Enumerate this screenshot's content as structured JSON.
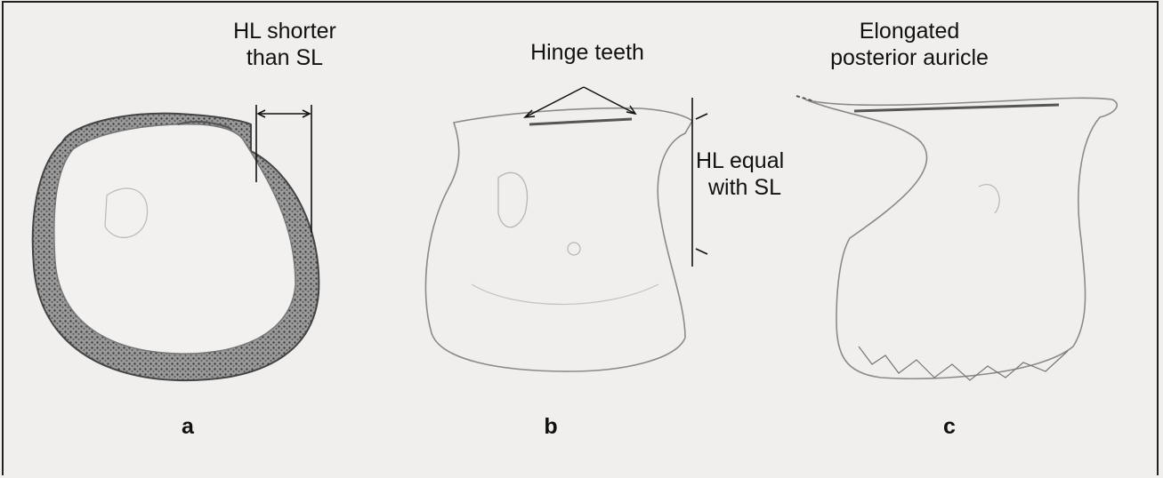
{
  "figure": {
    "panels": [
      {
        "letter": "a",
        "annotation_lines": [
          "HL shorter",
          "than SL"
        ]
      },
      {
        "letter": "b",
        "annotation_top": "Hinge teeth",
        "annotation_side_lines": [
          "HL equal",
          "with SL"
        ]
      },
      {
        "letter": "c",
        "annotation_lines": [
          "Elongated",
          "posterior auricle"
        ]
      }
    ]
  },
  "colors": {
    "background": "#f0efed",
    "frame": "#222222",
    "ink": "#111111",
    "shell_outline": "#8a8a8a",
    "shell_shade": "#6b6b6b"
  }
}
